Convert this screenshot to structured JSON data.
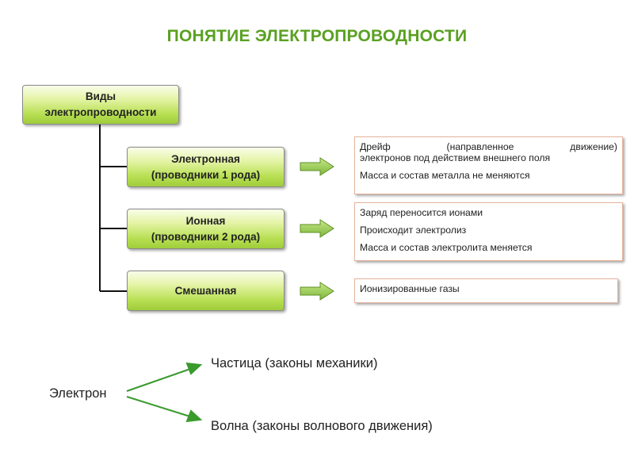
{
  "title": "ПОНЯТИЕ ЭЛЕКТРОПРОВОДНОСТИ",
  "root": {
    "line1": "Виды",
    "line2": "электропроводности"
  },
  "types": [
    {
      "line1": "Электронная",
      "line2": "(проводники 1 рода)",
      "description": [
        "Дрейф (направленное движение)",
        "электронов под действием внешнего поля",
        "Масса и состав металла не меняются"
      ]
    },
    {
      "line1": "Ионная",
      "line2": "(проводники 2 рода)",
      "description": [
        "Заряд переносится ионами",
        "Происходит электролиз",
        "Масса и состав электролита меняется"
      ]
    },
    {
      "line1": "Смешанная",
      "description": [
        "Ионизированные газы"
      ]
    }
  ],
  "electron": {
    "label": "Электрон",
    "particle": "Частица (законы механики)",
    "wave": "Волна (законы волнового движения)"
  },
  "colors": {
    "title": "#5aa121",
    "box_fill_top": "#f9fde9",
    "box_fill_bottom": "#9fcd3b",
    "box_border": "#8a8a8a",
    "desc_border": "#e6b49d",
    "arrow_fill": "#8cc63e",
    "arrow_stroke": "#5f8f25",
    "electron_arrows": "#3a9a2e"
  }
}
